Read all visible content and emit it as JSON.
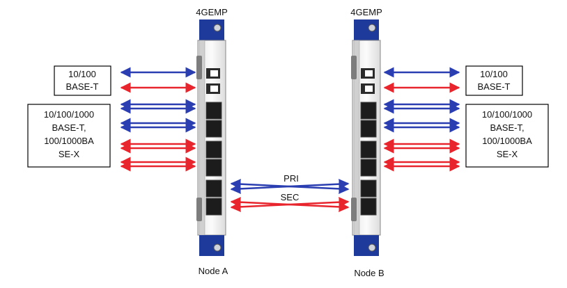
{
  "module_a": {
    "model": "4GEMP",
    "node": "Node A"
  },
  "module_b": {
    "model": "4GEMP",
    "node": "Node B"
  },
  "boxes": {
    "left_fast": [
      "10/100",
      "BASE-T"
    ],
    "left_gig": [
      "10/100/1000",
      "BASE-T,",
      "100/1000BA",
      "SE-X"
    ],
    "right_fast": [
      "10/100",
      "BASE-T"
    ],
    "right_gig": [
      "10/100/1000",
      "BASE-T,",
      "100/1000BA",
      "SE-X"
    ]
  },
  "links": {
    "primary": "PRI",
    "secondary": "SEC"
  },
  "colors": {
    "blue": "#2a3eb1",
    "red": "#e8242c",
    "module_blue": "#1e3a9a"
  }
}
